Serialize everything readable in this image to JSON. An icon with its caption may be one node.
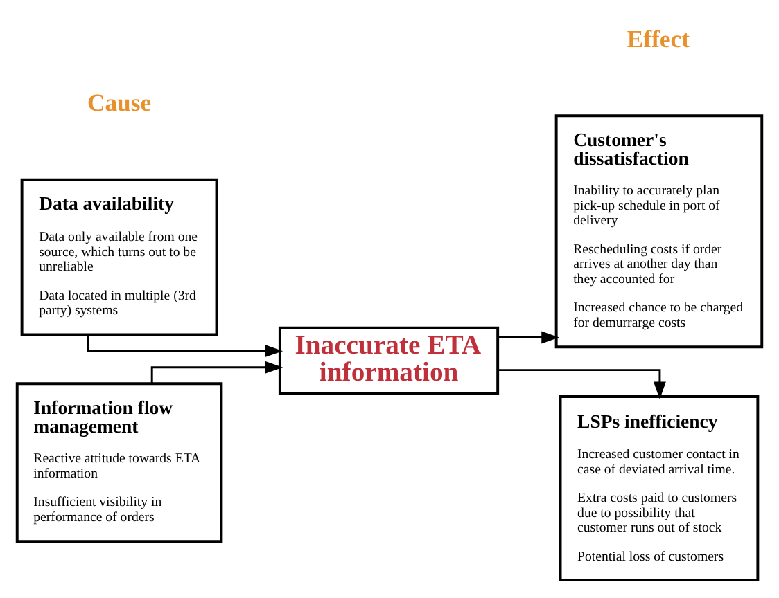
{
  "diagram": {
    "nodes": [
      {
        "text": [
          "Data availability",
          "Data only available from one source, which turns out to be unreliable",
          "Data located in multiple (3rd party) systems"
        ]
      },
      {
        "text": [
          "Information flow management",
          "Reactive attitude towards ETA information",
          "Insufficient visibility in performance of orders"
        ]
      },
      {
        "text": [
          "Inaccurate ETA information"
        ]
      },
      {
        "text": [
          "Customer's dissatisfaction",
          "Inability to accurately plan pick-up schedule in port of delivery",
          "Rescheduling costs if order arrives at another day than they accounted for",
          "Increased chance to be charged for demurrarge costs"
        ]
      },
      {
        "text": [
          "LSPs inefficiency",
          "Increased customer contact in case of deviated arrival time.",
          "Extra costs paid to customers due to possibility that customer runs out of stock",
          "Potential loss of customers"
        ]
      }
    ],
    "edges": [
      {
        "from": 0,
        "to": 2,
        "arrow": "to"
      },
      {
        "from": 1,
        "to": 2,
        "arrow": "to"
      },
      {
        "from": 2,
        "to": 3,
        "arrow": "to"
      },
      {
        "from": 2,
        "to": 4,
        "arrow": "to"
      }
    ],
    "labels": [
      "Cause",
      "Effect"
    ]
  }
}
